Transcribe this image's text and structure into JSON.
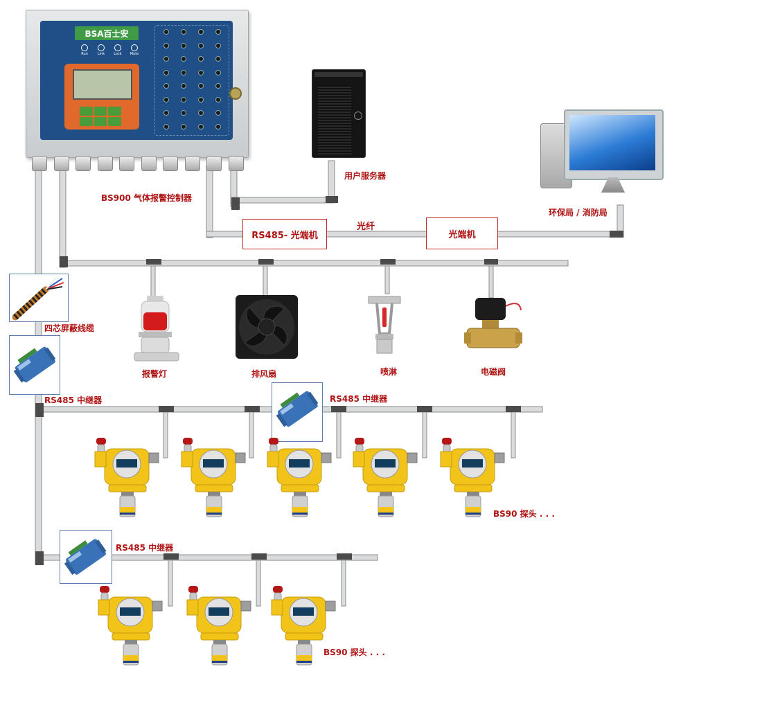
{
  "controller": {
    "logo": "BSA百士安",
    "buttons": [
      "Run",
      "Link",
      "Lock",
      "Mute"
    ],
    "label": "BS900 气体报警控制器"
  },
  "server": {
    "label": "用户服务器"
  },
  "agency": {
    "label": "环保局 / 消防局"
  },
  "network": {
    "rs485_optical_terminal": "RS485- 光端机",
    "fiber": "光纤",
    "optical_terminal": "光端机"
  },
  "cable": {
    "label": "四芯屏蔽线缆"
  },
  "outputs": [
    {
      "label": "报警灯",
      "icon": "alarm-light-icon"
    },
    {
      "label": "排风扇",
      "icon": "exhaust-fan-icon"
    },
    {
      "label": "喷淋",
      "icon": "sprinkler-icon"
    },
    {
      "label": "电磁阀",
      "icon": "solenoid-valve-icon"
    }
  ],
  "repeaters": [
    "RS485 中继器",
    "RS485 中继器",
    "RS485 中继器"
  ],
  "probe_labels": [
    "BS90 探头 . . .",
    "BS90 探头 . . ."
  ],
  "colors": {
    "label": "#b01515",
    "detector_body": "#f2c318",
    "controller_face": "#1f4f86",
    "pipe": "#dadbdc"
  }
}
